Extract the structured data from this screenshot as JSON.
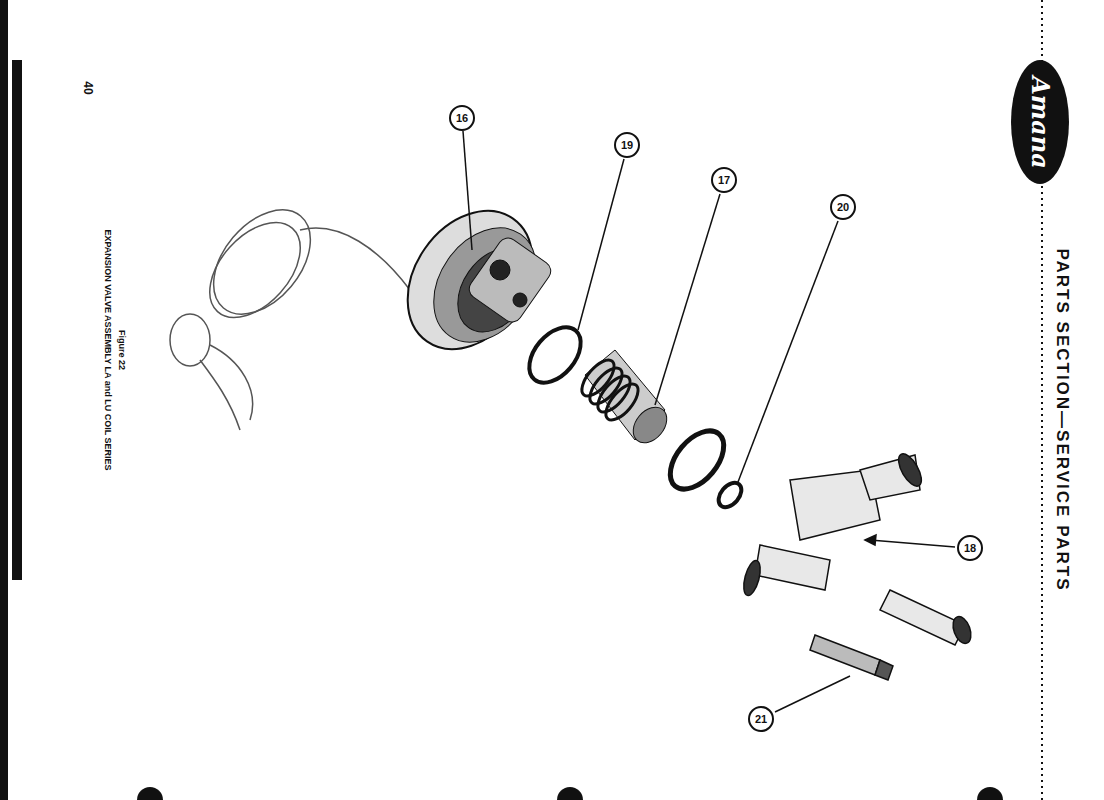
{
  "diagram": {
    "title": "PARTS SECTION—SERVICE PARTS",
    "caption": "EXPANSION VALVE ASSEMBLY LA and LU COIL SERIES",
    "nodes": [
      {
        "text": [
          "Amana"
        ]
      }
    ],
    "labels": [
      "40",
      "Figure 22",
      "16",
      "19",
      "17",
      "20",
      "18",
      "21"
    ]
  }
}
